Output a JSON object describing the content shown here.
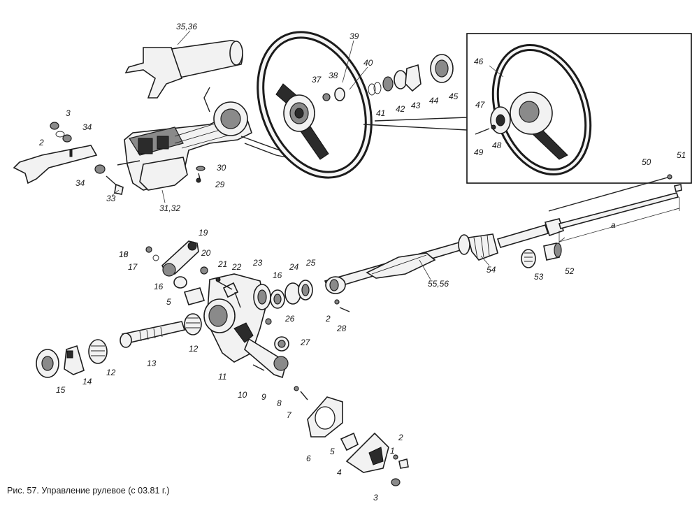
{
  "caption": "Рис. 57. Управление рулевое (с 03.81 г.)",
  "dimension_label": "a",
  "labels": {
    "l1": "1",
    "l2a": "2",
    "l2b": "2",
    "l2c": "2",
    "l3a": "3",
    "l3b": "3",
    "l4": "4",
    "l5a": "5",
    "l5b": "5",
    "l6": "6",
    "l7": "7",
    "l8": "8",
    "l9": "9",
    "l10": "10",
    "l11": "11",
    "l12a": "12",
    "l12b": "12",
    "l13": "13",
    "l14": "14",
    "l15": "15",
    "l16a": "16",
    "l16b": "16",
    "l16c": "16",
    "l17": "17",
    "l18": "18",
    "l19": "19",
    "l20": "20",
    "l21": "21",
    "l22": "22",
    "l23": "23",
    "l24": "24",
    "l25": "25",
    "l26": "26",
    "l27": "27",
    "l28": "28",
    "l29": "29",
    "l30": "30",
    "l31_32": "31,32",
    "l33": "33",
    "l34a": "34",
    "l34b": "34",
    "l35_36": "35,36",
    "l37": "37",
    "l38": "38",
    "l39": "39",
    "l40": "40",
    "l41": "41",
    "l42": "42",
    "l43": "43",
    "l44": "44",
    "l45": "45",
    "l46": "46",
    "l47": "47",
    "l48": "48",
    "l49": "49",
    "l50": "50",
    "l51": "51",
    "l52": "52",
    "l53": "53",
    "l54": "54",
    "l55_56": "55,56"
  }
}
